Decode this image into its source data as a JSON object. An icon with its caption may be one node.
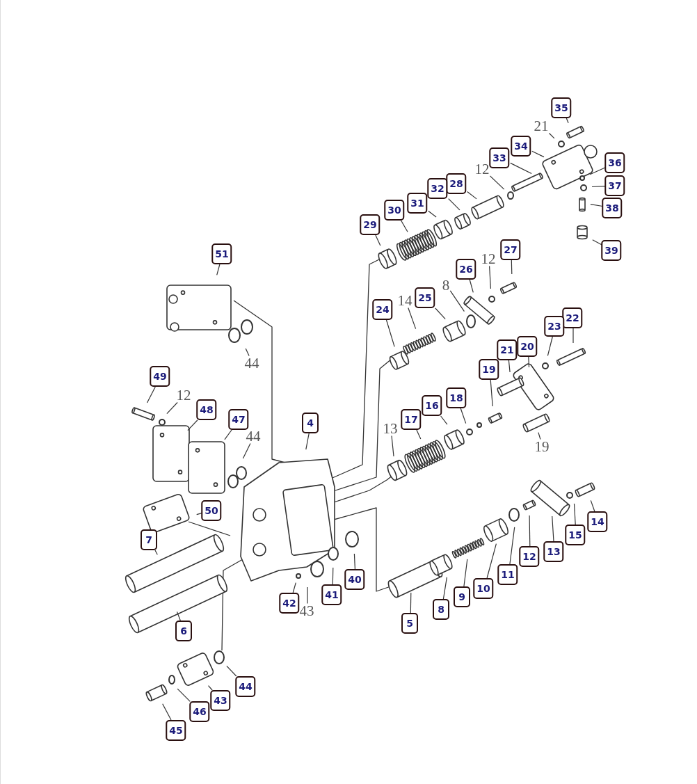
{
  "diagram": {
    "nodes": [
      {
        "text": [
          "35"
        ]
      },
      {
        "text": [
          "21"
        ]
      },
      {
        "text": [
          "34"
        ]
      },
      {
        "text": [
          "33"
        ]
      },
      {
        "text": [
          "12"
        ]
      },
      {
        "text": [
          "36"
        ]
      },
      {
        "text": [
          "37"
        ]
      },
      {
        "text": [
          "28"
        ]
      },
      {
        "text": [
          "32"
        ]
      },
      {
        "text": [
          "38"
        ]
      },
      {
        "text": [
          "31"
        ]
      },
      {
        "text": [
          "30"
        ]
      },
      {
        "text": [
          "29"
        ]
      },
      {
        "text": [
          "39"
        ]
      },
      {
        "text": [
          "51"
        ]
      },
      {
        "text": [
          "27"
        ]
      },
      {
        "text": [
          "12"
        ]
      },
      {
        "text": [
          "26"
        ]
      },
      {
        "text": [
          "8"
        ]
      },
      {
        "text": [
          "14"
        ]
      },
      {
        "text": [
          "25"
        ]
      },
      {
        "text": [
          "24"
        ]
      },
      {
        "text": [
          "22"
        ]
      },
      {
        "text": [
          "23"
        ]
      },
      {
        "text": [
          "20"
        ]
      },
      {
        "text": [
          "21"
        ]
      },
      {
        "text": [
          "44"
        ]
      },
      {
        "text": [
          "19"
        ]
      },
      {
        "text": [
          "49"
        ]
      },
      {
        "text": [
          "12"
        ]
      },
      {
        "text": [
          "18"
        ]
      },
      {
        "text": [
          "16"
        ]
      },
      {
        "text": [
          "17"
        ]
      },
      {
        "text": [
          "48"
        ]
      },
      {
        "text": [
          "4"
        ]
      },
      {
        "text": [
          "47"
        ]
      },
      {
        "text": [
          "13"
        ]
      },
      {
        "text": [
          "44"
        ]
      },
      {
        "text": [
          "19"
        ]
      },
      {
        "text": [
          "50"
        ]
      },
      {
        "text": [
          "14"
        ]
      },
      {
        "text": [
          "15"
        ]
      },
      {
        "text": [
          "7"
        ]
      },
      {
        "text": [
          "13"
        ]
      },
      {
        "text": [
          "12"
        ]
      },
      {
        "text": [
          "11"
        ]
      },
      {
        "text": [
          "10"
        ]
      },
      {
        "text": [
          "40"
        ]
      },
      {
        "text": [
          "41"
        ]
      },
      {
        "text": [
          "9"
        ]
      },
      {
        "text": [
          "42"
        ]
      },
      {
        "text": [
          "43"
        ]
      },
      {
        "text": [
          "8"
        ]
      },
      {
        "text": [
          "5"
        ]
      },
      {
        "text": [
          "6"
        ]
      },
      {
        "text": [
          "44"
        ]
      },
      {
        "text": [
          "43"
        ]
      },
      {
        "text": [
          "46"
        ]
      },
      {
        "text": [
          "45"
        ]
      }
    ],
    "edges": [
      {
        "from": 0,
        "to": null,
        "arrow": "none"
      },
      {
        "from": 1,
        "to": null,
        "arrow": "none"
      },
      {
        "from": 2,
        "to": null,
        "arrow": "none"
      },
      {
        "from": 3,
        "to": null,
        "arrow": "none"
      },
      {
        "from": 4,
        "to": null,
        "arrow": "none"
      },
      {
        "from": 5,
        "to": null,
        "arrow": "none"
      },
      {
        "from": 6,
        "to": null,
        "arrow": "none"
      },
      {
        "from": 7,
        "to": null,
        "arrow": "none"
      },
      {
        "from": 8,
        "to": null,
        "arrow": "none"
      },
      {
        "from": 9,
        "to": null,
        "arrow": "none"
      },
      {
        "from": 10,
        "to": null,
        "arrow": "none"
      },
      {
        "from": 11,
        "to": null,
        "arrow": "none"
      },
      {
        "from": 12,
        "to": null,
        "arrow": "none"
      },
      {
        "from": 13,
        "to": null,
        "arrow": "none"
      },
      {
        "from": 14,
        "to": null,
        "arrow": "none"
      },
      {
        "from": 15,
        "to": null,
        "arrow": "none"
      },
      {
        "from": 16,
        "to": null,
        "arrow": "none"
      },
      {
        "from": 17,
        "to": null,
        "arrow": "none"
      },
      {
        "from": 18,
        "to": null,
        "arrow": "none"
      },
      {
        "from": 19,
        "to": null,
        "arrow": "none"
      },
      {
        "from": 20,
        "to": null,
        "arrow": "none"
      },
      {
        "from": 21,
        "to": null,
        "arrow": "none"
      },
      {
        "from": 22,
        "to": null,
        "arrow": "none"
      },
      {
        "from": 23,
        "to": null,
        "arrow": "none"
      },
      {
        "from": 24,
        "to": null,
        "arrow": "none"
      },
      {
        "from": 25,
        "to": null,
        "arrow": "none"
      },
      {
        "from": 26,
        "to": null,
        "arrow": "none"
      },
      {
        "from": 27,
        "to": null,
        "arrow": "none"
      },
      {
        "from": 28,
        "to": null,
        "arrow": "none"
      },
      {
        "from": 29,
        "to": null,
        "arrow": "none"
      },
      {
        "from": 30,
        "to": null,
        "arrow": "none"
      },
      {
        "from": 31,
        "to": null,
        "arrow": "none"
      },
      {
        "from": 32,
        "to": null,
        "arrow": "none"
      },
      {
        "from": 33,
        "to": null,
        "arrow": "none"
      },
      {
        "from": 34,
        "to": null,
        "arrow": "none"
      },
      {
        "from": 35,
        "to": null,
        "arrow": "none"
      },
      {
        "from": 36,
        "to": null,
        "arrow": "none"
      },
      {
        "from": 37,
        "to": null,
        "arrow": "none"
      },
      {
        "from": 38,
        "to": null,
        "arrow": "none"
      },
      {
        "from": 39,
        "to": null,
        "arrow": "none"
      },
      {
        "from": 40,
        "to": null,
        "arrow": "none"
      },
      {
        "from": 41,
        "to": null,
        "arrow": "none"
      },
      {
        "from": 42,
        "to": null,
        "arrow": "none"
      },
      {
        "from": 43,
        "to": null,
        "arrow": "none"
      },
      {
        "from": 44,
        "to": null,
        "arrow": "none"
      },
      {
        "from": 45,
        "to": null,
        "arrow": "none"
      },
      {
        "from": 46,
        "to": null,
        "arrow": "none"
      },
      {
        "from": 47,
        "to": null,
        "arrow": "none"
      },
      {
        "from": 48,
        "to": null,
        "arrow": "none"
      },
      {
        "from": 49,
        "to": null,
        "arrow": "none"
      },
      {
        "from": 50,
        "to": null,
        "arrow": "none"
      },
      {
        "from": 51,
        "to": null,
        "arrow": "none"
      },
      {
        "from": 52,
        "to": null,
        "arrow": "none"
      },
      {
        "from": 53,
        "to": null,
        "arrow": "none"
      },
      {
        "from": 54,
        "to": null,
        "arrow": "none"
      },
      {
        "from": 55,
        "to": null,
        "arrow": "none"
      },
      {
        "from": 56,
        "to": null,
        "arrow": "none"
      },
      {
        "from": 57,
        "to": null,
        "arrow": "none"
      },
      {
        "from": 58,
        "to": null,
        "arrow": "none"
      }
    ]
  }
}
